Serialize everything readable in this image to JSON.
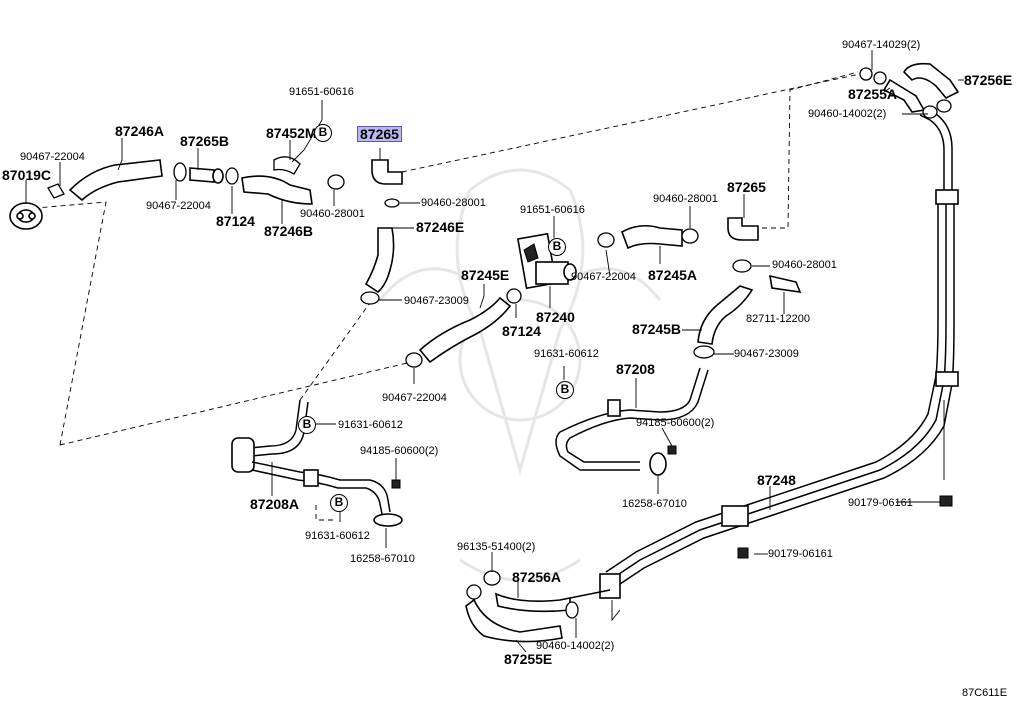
{
  "diagram_code": "87C611E",
  "badge_letter": "B",
  "labels": {
    "p90467_14029_2": "90467-14029(2)",
    "p87256E": "87256E",
    "p87255A": "87255A",
    "p90460_14002_2_top": "90460-14002(2)",
    "p91651_60616_top": "91651-60616",
    "p87265_highlight": "87265",
    "p87246A": "87246A",
    "p87265B": "87265B",
    "p87452M": "87452M",
    "p90467_22004_left": "90467-22004",
    "p87019C": "87019C",
    "p90467_22004_b": "90467-22004",
    "p87124_left": "87124",
    "p87246B": "87246B",
    "p90460_28001_left": "90460-28001",
    "p90460_28001_mid": "90460-28001",
    "p87246E": "87246E",
    "p91651_60616_mid": "91651-60616",
    "p90460_28001_right": "90460-28001",
    "p87265_right": "87265",
    "p87245E": "87245E",
    "p90467_22004_mid": "90467-22004",
    "p87245A": "87245A",
    "p90460_28001_r2": "90460-28001",
    "p90467_23009_left": "90467-23009",
    "p87124_mid": "87124",
    "p87240": "87240",
    "p82711_12200": "82711-12200",
    "p87245B": "87245B",
    "p91631_60612_mid": "91631-60612",
    "p90467_23009_right": "90467-23009",
    "p87208": "87208",
    "p90467_22004_low": "90467-22004",
    "p91631_60612_left": "91631-60612",
    "p94185_60600_2_right": "94185-60600(2)",
    "p94185_60600_2_left": "94185-60600(2)",
    "p16258_67010_right": "16258-67010",
    "p87248": "87248",
    "p87208A": "87208A",
    "p90179_06161_a": "90179-06161",
    "p91631_60612_low": "91631-60612",
    "p16258_67010_left": "16258-67010",
    "p96135_51400_2": "96135-51400(2)",
    "p90179_06161_b": "90179-06161",
    "p87256A": "87256A",
    "p90460_14002_2_low": "90460-14002(2)",
    "p87255E": "87255E"
  }
}
